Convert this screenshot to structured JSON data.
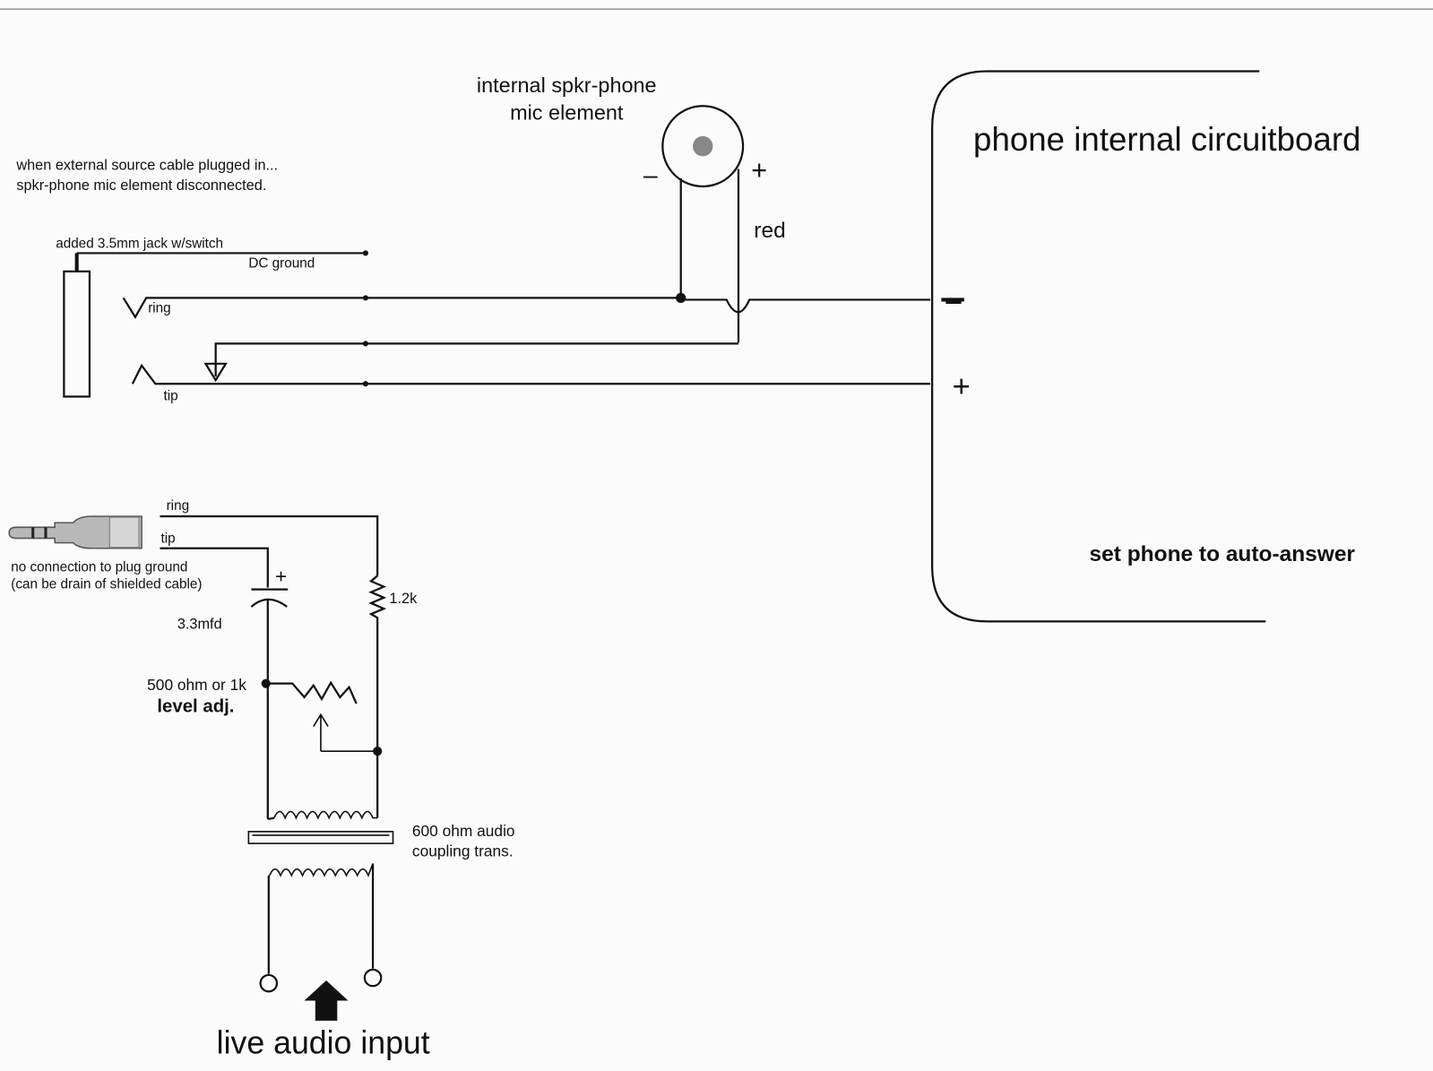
{
  "labels": {
    "mic_title_line1": "internal spkr-phone",
    "mic_title_line2": "mic element",
    "mic_minus": "–",
    "mic_plus": "+",
    "red": "red",
    "board_title": "phone internal circuitboard",
    "board_minus": "–",
    "board_plus": "+",
    "auto_answer": "set phone to auto-answer",
    "note_line1": "when external source cable plugged in...",
    "note_line2": "spkr-phone mic element disconnected.",
    "jack_label": "added 3.5mm jack w/switch",
    "dc_ground": "DC ground",
    "ring_top": "ring",
    "tip_top": "tip",
    "ring_bottom": "ring",
    "tip_bottom": "tip",
    "plug_note_line1": "no connection to plug ground",
    "plug_note_line2": "(can be drain of shielded cable)",
    "cap_plus": "+",
    "capacitor": "3.3mfd",
    "resistor": "1.2k",
    "pot_line1": "500 ohm or 1k",
    "pot_line2": "level adj.",
    "transformer_line1": "600 ohm audio",
    "transformer_line2": "coupling trans.",
    "input": "live audio input"
  },
  "colors": {
    "ink": "#111111",
    "mic_center": "#888888",
    "paper": "#fbfbfb"
  }
}
